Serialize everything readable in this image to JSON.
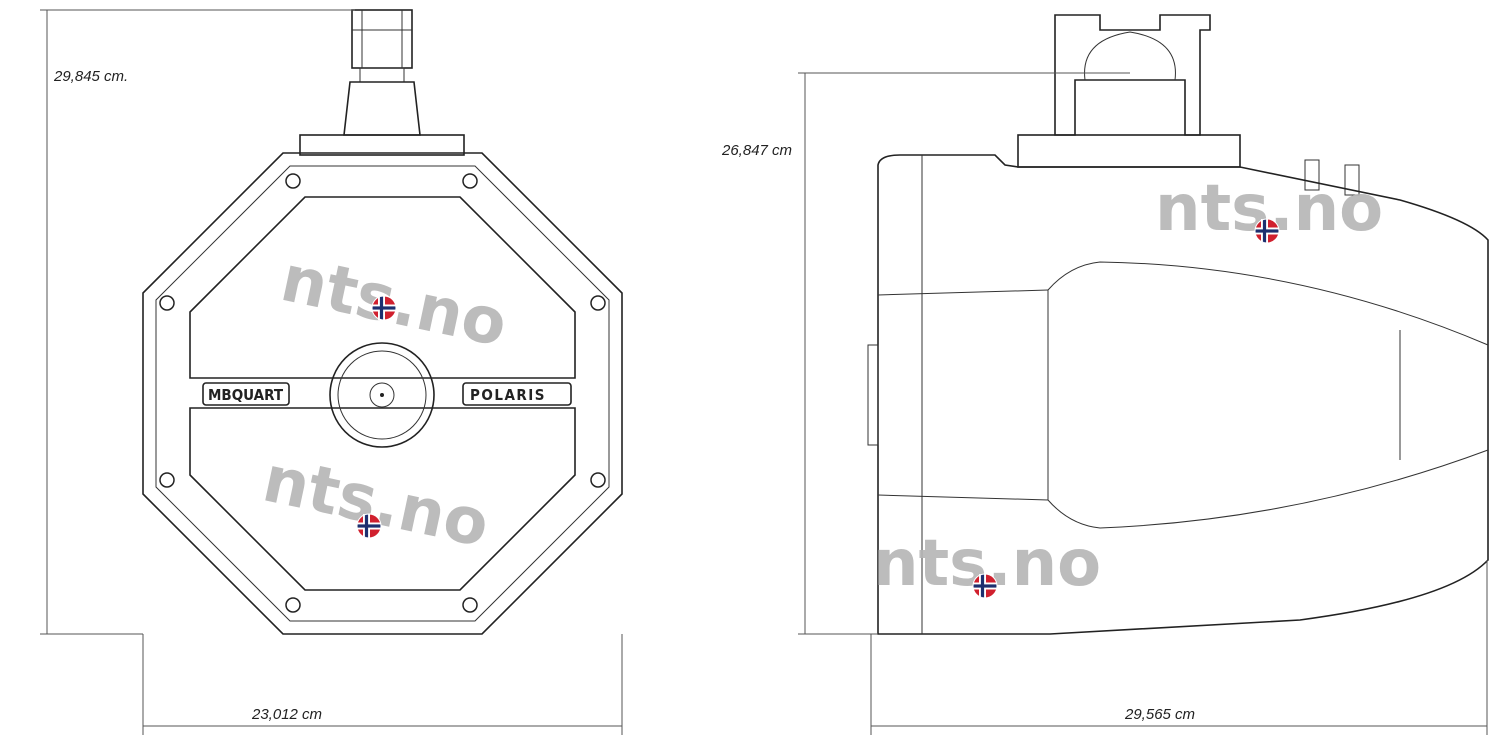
{
  "dimensions": {
    "front_height": "29,845 cm.",
    "front_width": "23,012 cm",
    "side_height": "26,847 cm",
    "side_length": "29,565 cm"
  },
  "logos": {
    "left_badge": "MBQUART",
    "right_badge": "POLARIS"
  },
  "watermark": {
    "text": "nts.no",
    "flag": "norway-flag-icon"
  },
  "colors": {
    "line": "#222222",
    "watermark": "#b5b5b5",
    "flag_red": "#d0202e",
    "flag_blue": "#1d2f6f"
  }
}
